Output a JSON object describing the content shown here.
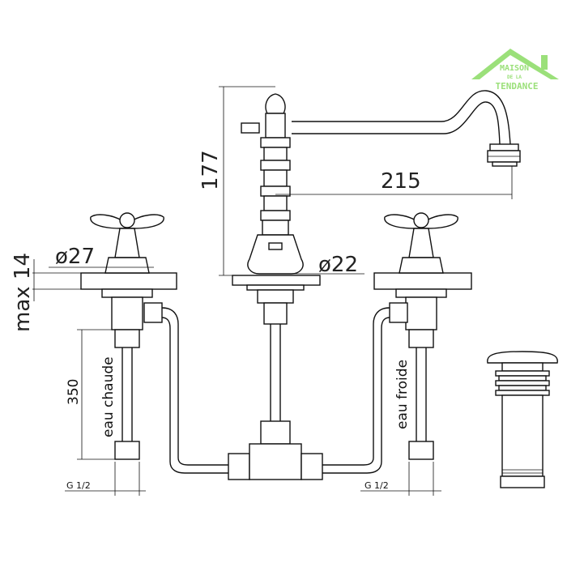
{
  "logo": {
    "line1": "MAISON",
    "line2": "DE LA",
    "line3": "TENDANCE",
    "color": "#9be07a"
  },
  "dimensions": {
    "height": "177",
    "reach": "215",
    "handle_diameter": "ø27",
    "spout_diameter": "ø22",
    "max_thickness": "max 14",
    "hose_length": "350",
    "thread_left": "G 1/2",
    "thread_right": "G 1/2"
  },
  "labels": {
    "hot_water": "eau chaude",
    "cold_water": "eau froide"
  }
}
